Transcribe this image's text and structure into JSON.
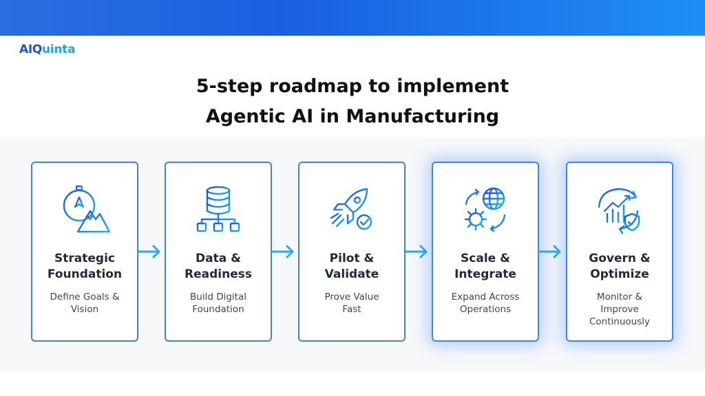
{
  "logo": {
    "part1": "AIQ",
    "part2": "uinta"
  },
  "title": {
    "line1": "5-step roadmap to implement",
    "line2": "Agentic AI in Manufacturing"
  },
  "colors": {
    "accent": "#3f7fe6",
    "cyan": "#19a7e6",
    "band": "#1a5fe0"
  },
  "steps": [
    {
      "icon": "compass-mountain-icon",
      "name_line1": "Strategic",
      "name_line2": "Foundation",
      "desc_line1": "Define Goals &",
      "desc_line2": "Vision",
      "desc_line3": ""
    },
    {
      "icon": "database-network-icon",
      "name_line1": "Data &",
      "name_line2": "Readiness",
      "desc_line1": "Build Digital",
      "desc_line2": "Foundation",
      "desc_line3": ""
    },
    {
      "icon": "rocket-check-icon",
      "name_line1": "Pilot &",
      "name_line2": "Validate",
      "desc_line1": "Prove Value",
      "desc_line2": "Fast",
      "desc_line3": ""
    },
    {
      "icon": "gear-globe-icon",
      "name_line1": "Scale &",
      "name_line2": "Integrate",
      "desc_line1": "Expand Across",
      "desc_line2": "Operations",
      "desc_line3": ""
    },
    {
      "icon": "growth-shield-icon",
      "name_line1": "Govern &",
      "name_line2": "Optimize",
      "desc_line1": "Monitor &",
      "desc_line2": "Improve",
      "desc_line3": "Continuously"
    }
  ]
}
